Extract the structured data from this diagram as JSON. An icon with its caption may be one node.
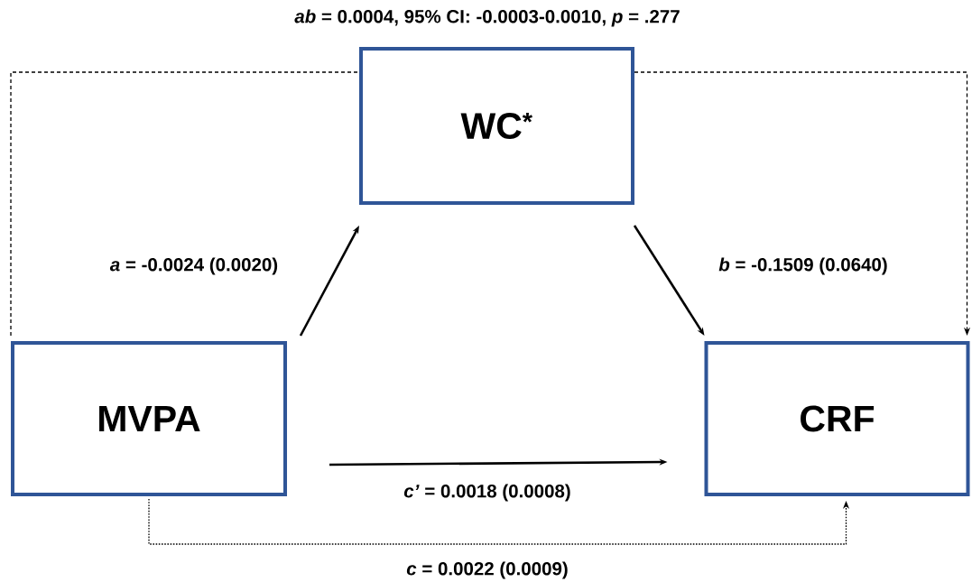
{
  "diagram": {
    "nodes": [
      {
        "text": [
          "WC$^{*}$"
        ]
      },
      {
        "text": [
          "MVPA"
        ]
      },
      {
        "text": [
          "CRF"
        ]
      }
    ],
    "edges": [
      {
        "from": 1,
        "to": 0,
        "arrow": "to",
        "label": "*a* = -0.0024 (0.0020)"
      },
      {
        "from": 0,
        "to": 2,
        "arrow": "to",
        "label": "*b* = -0.1509 (0.0640)"
      },
      {
        "from": 1,
        "to": 2,
        "arrow": "to",
        "label": "*c’* = 0.0018 (0.0008)"
      },
      {
        "from": 1,
        "to": 2,
        "arrow": "to",
        "style": "dashed",
        "label": "*c* = 0.0022 (0.0009)"
      },
      {
        "from": 1,
        "to": 0,
        "arrow": "none",
        "style": "dashed"
      },
      {
        "from": 0,
        "to": 2,
        "arrow": "to",
        "style": "dashed"
      }
    ],
    "labels": [
      "*ab* = 0.0004, 95% CI: -0.0003-0.0010, *p* = .277"
    ]
  }
}
